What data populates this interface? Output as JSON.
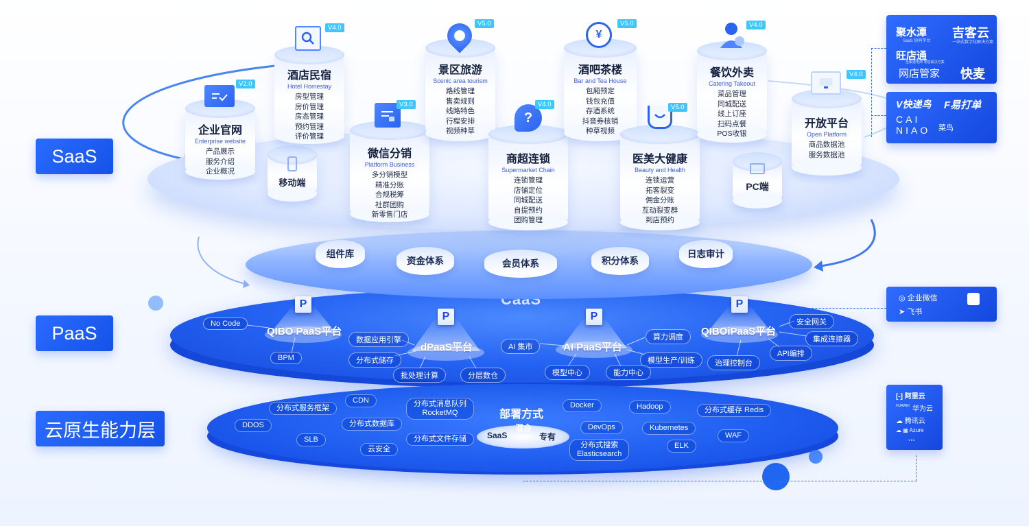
{
  "layers": {
    "saas": "SaaS",
    "paas": "PaaS",
    "cloud_native": "云原生能力层"
  },
  "saas_platform": {
    "mobile": "移动端",
    "pc": "PC端",
    "products": [
      {
        "id": "enterprise",
        "title": "企业官网",
        "en": "Enterprise website",
        "version": "V2.0",
        "icon": "website-check-icon",
        "features": [
          "产品展示",
          "服务介绍",
          "企业概况"
        ]
      },
      {
        "id": "hotel",
        "title": "酒店民宿",
        "en": "Hotel Homestay",
        "version": "V4.0",
        "icon": "search-icon",
        "features": [
          "房型管理",
          "房价管理",
          "房态管理",
          "预约管理",
          "评价管理"
        ]
      },
      {
        "id": "wechat",
        "title": "微信分销",
        "en": "Platform Business",
        "version": "V3.0",
        "icon": "document-icon",
        "features": [
          "多分销模型",
          "精准分账",
          "合规税筹",
          "社群团购",
          "新零售门店"
        ]
      },
      {
        "id": "scenic",
        "title": "景区旅游",
        "en": "Scenic area tourism",
        "version": "V5.0",
        "icon": "location-icon",
        "features": [
          "路线管理",
          "售卖规则",
          "线路特色",
          "行程安排",
          "视频种草"
        ]
      },
      {
        "id": "supermarket",
        "title": "商超连锁",
        "en": "Supermarket Chain",
        "version": "V4.0",
        "icon": "question-bubble-icon",
        "features": [
          "连锁管理",
          "店铺定位",
          "同城配送",
          "自提预约",
          "团购管理"
        ]
      },
      {
        "id": "bar",
        "title": "酒吧茶楼",
        "en": "Bar and Tea House",
        "version": "V5.0",
        "icon": "yen-refresh-icon",
        "features": [
          "包厢预定",
          "钱包充值",
          "存酒系统",
          "抖音券核销",
          "种草视频"
        ]
      },
      {
        "id": "beauty",
        "title": "医美大健康",
        "en": "Beauty and Health",
        "version": "V5.0",
        "icon": "bag-icon",
        "features": [
          "连锁运营",
          "拓客裂变",
          "佣金分账",
          "互动裂变群",
          "到店预约"
        ]
      },
      {
        "id": "catering",
        "title": "餐饮外卖",
        "en": "Catering Takeout",
        "version": "V4.0",
        "icon": "user-icon",
        "features": [
          "菜品管理",
          "同城配送",
          "线上订座",
          "扫码点餐",
          "POS收银"
        ]
      },
      {
        "id": "open",
        "title": "开放平台",
        "en": "Open Platform",
        "version": "V4.0",
        "icon": "monitor-icon",
        "features": [
          "商品数据池",
          "服务数据池"
        ]
      }
    ]
  },
  "caas": {
    "label": "CaaS",
    "modules": [
      "组件库",
      "资金体系",
      "会员体系",
      "积分体系",
      "日志审计"
    ]
  },
  "paas": {
    "badge": "P",
    "platforms": [
      "QIBO PaaS平台",
      "dPaaS平台",
      "AI PaaS平台",
      "QIBOiPaaS平台"
    ],
    "tags": {
      "no_code": "No Code",
      "bpm": "BPM",
      "data_engine": "数据应用引擎",
      "dist_storage": "分布式储存",
      "batch": "批处理计算",
      "layered": "分层数仓",
      "ai_market": "AI 集市",
      "compute_sched": "算力调度",
      "model_train": "模型生产/训练",
      "model_center": "模型中心",
      "capability_center": "能力中心",
      "security_gateway": "安全网关",
      "integration": "集成连接器",
      "api_orch": "API编排",
      "governance": "治理控制台"
    }
  },
  "cloud_native": {
    "center_title": "部署方式",
    "center_options": [
      "混合",
      "SaaS",
      "专有"
    ],
    "tags": {
      "dist_service": "分布式服务框架",
      "cdn": "CDN",
      "mq": "分布式消息队列",
      "mq_sub": "RocketMQ",
      "docker": "Docker",
      "hadoop": "Hadoop",
      "redis": "分布式缓存 Redis",
      "ddos": "DDOS",
      "dist_db": "分布式数据库",
      "devops": "DevOps",
      "kubernetes": "Kubernetes",
      "slb": "SLB",
      "dist_fs": "分布式文件存储",
      "search": "分布式搜索",
      "search_sub": "Elasticsearch",
      "waf": "WAF",
      "cloud_sec": "云安全",
      "elk": "ELK"
    }
  },
  "partners": {
    "saas_top": {
      "jushuitan": "聚水潭",
      "jushuitan_sub": "SaaS 协同平台",
      "jikeyun": "吉客云",
      "jikeyun_sub": "一站式数字化解决方案",
      "wangdiantong": "旺店通",
      "wangdiantong_sub": "全渠道电商·零售解决方案",
      "wangdianguanjia": "网店管家",
      "kuaimai": "快麦"
    },
    "logistics": {
      "kuaidiniao": "快递鸟",
      "yidadan": "易打单",
      "cainiao": "CAI NIAO",
      "cainiao_cn": "菜鸟"
    },
    "office": {
      "wecom": "企业微信",
      "feishu": "飞书"
    },
    "cloud": {
      "aliyun": "阿里云",
      "huawei_en": "HUAWEI",
      "huawei": "华为云",
      "tencent": "腾讯云",
      "azure": "Azure",
      "more": "···"
    }
  },
  "colors": {
    "primary": "#1f5ef0",
    "accent": "#3ec7ff",
    "dark_blue": "#0d3fc9"
  }
}
